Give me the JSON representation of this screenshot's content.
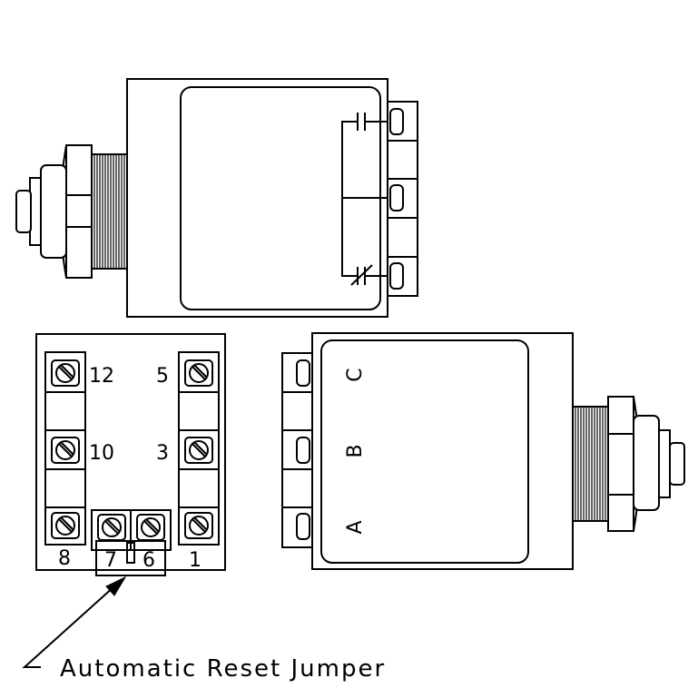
{
  "terminal_labels": {
    "t12": "12",
    "t5": "5",
    "t10": "10",
    "t3": "3",
    "t8": "8",
    "t7": "7",
    "t6": "6",
    "t1": "1"
  },
  "side_labels": {
    "a": "A",
    "b": "B",
    "c": "C"
  },
  "caption": "Automatic Reset Jumper"
}
